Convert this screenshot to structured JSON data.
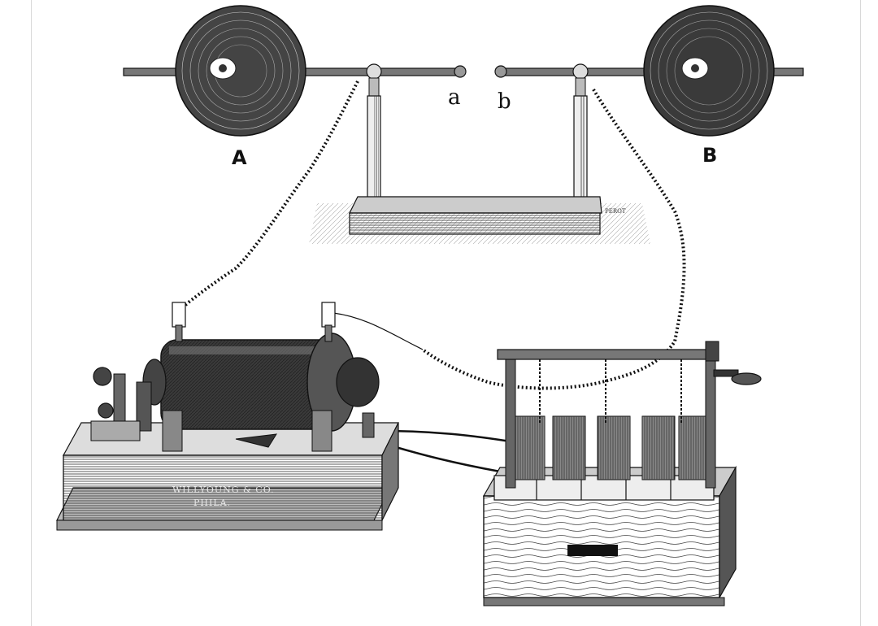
{
  "labels": {
    "sphere_a": "A",
    "sphere_b": "B",
    "terminal_a": "a",
    "terminal_b": "b"
  },
  "maker_plate": {
    "line1": "WILLYOUNG & CO.",
    "line2": "PHILA."
  },
  "engraver_mark": "PEROT"
}
